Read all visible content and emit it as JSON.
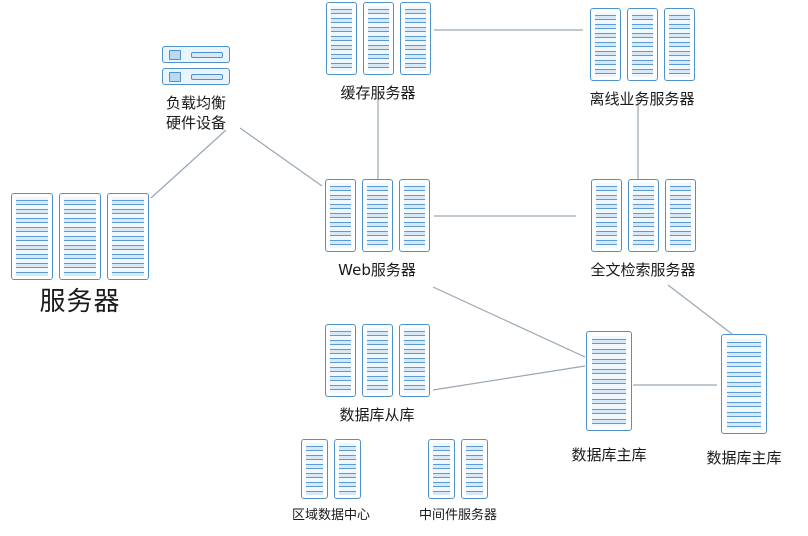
{
  "diagram": {
    "nodes": {
      "load_balancer": {
        "label_lines": [
          "负载均衡",
          "硬件设备"
        ],
        "icon": "switch-stack"
      },
      "server": {
        "label": "服务器",
        "icon": "server-rack-x3"
      },
      "cache": {
        "label": "缓存服务器",
        "icon": "server-rack-x3"
      },
      "offline": {
        "label": "离线业务服务器",
        "icon": "server-rack-x3"
      },
      "web": {
        "label": "Web服务器",
        "icon": "server-rack-x3"
      },
      "fulltext": {
        "label": "全文检索服务器",
        "icon": "server-rack-x3"
      },
      "db_slave": {
        "label": "数据库从库",
        "icon": "server-rack-x3"
      },
      "db_master_1": {
        "label": "数据库主库",
        "icon": "server-rack-tall"
      },
      "db_master_2": {
        "label": "数据库主库",
        "icon": "server-rack-tall"
      },
      "regional": {
        "label": "区域数据中心",
        "icon": "server-rack-x2"
      },
      "middleware": {
        "label": "中间件服务器",
        "icon": "server-rack-x2"
      }
    },
    "edges": [
      {
        "from": "load_balancer",
        "to": "server"
      },
      {
        "from": "load_balancer",
        "to": "web"
      },
      {
        "from": "cache",
        "to": "offline"
      },
      {
        "from": "cache",
        "to": "web"
      },
      {
        "from": "web",
        "to": "fulltext"
      },
      {
        "from": "offline",
        "to": "fulltext"
      },
      {
        "from": "web",
        "to": "db_master_1"
      },
      {
        "from": "db_slave",
        "to": "db_master_1"
      },
      {
        "from": "db_master_1",
        "to": "db_master_2"
      },
      {
        "from": "fulltext",
        "to": "db_master_2"
      }
    ],
    "colors": {
      "rack_border": "#4f92c9",
      "rack_fill": "#d7e9f8",
      "slot_fill": "#f0f8fe",
      "edge_line": "#9aa7b4",
      "background": "#ffffff"
    }
  }
}
